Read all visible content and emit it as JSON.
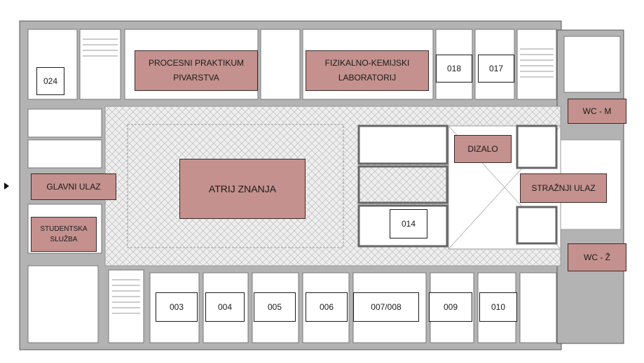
{
  "rooms": {
    "procesni": "PROCESNI PRAKTIKUM\nPIVARSTVA",
    "fizikalno": "FIZIKALNO-KEMIJSKI\nLABORATORIJ",
    "r018": "018",
    "r017": "017",
    "r024": "024",
    "wc_m": "WC - M",
    "dizalo": "DIZALO",
    "glavni_ulaz": "GLAVNI ULAZ",
    "atrij": "ATRIJ ZNANJA",
    "straznji_ulaz": "STRAŽNJI ULAZ",
    "r014": "014",
    "studentska": "STUDENTSKA\nSLUŽBA",
    "wc_z": "WC - Ž",
    "r003": "003",
    "r004": "004",
    "r005": "005",
    "r006": "006",
    "r007_008": "007/008",
    "r009": "009",
    "r010": "010"
  },
  "colors": {
    "highlight": "#c4918e",
    "wall": "#b3b3b3",
    "corridor": "#e6e6e6"
  }
}
